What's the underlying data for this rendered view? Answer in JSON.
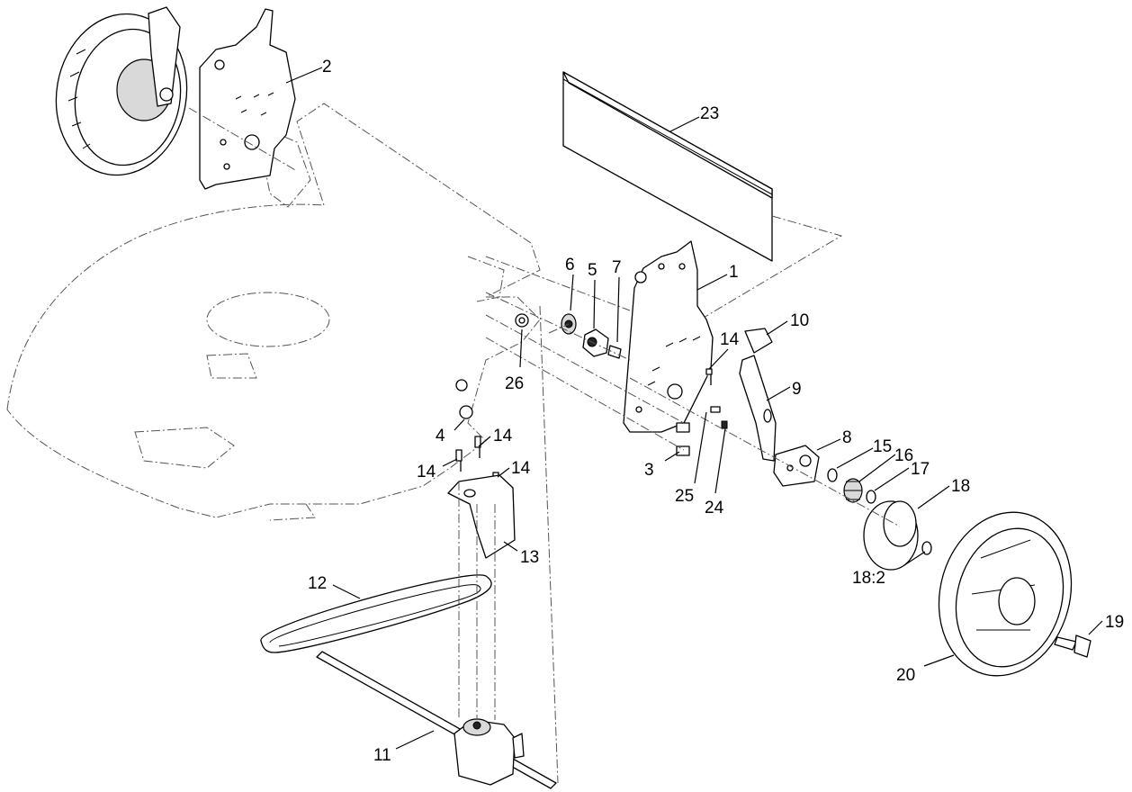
{
  "diagram": {
    "callouts": [
      {
        "id": "c1",
        "text": "1"
      },
      {
        "id": "c2",
        "text": "2"
      },
      {
        "id": "c3",
        "text": "3"
      },
      {
        "id": "c4",
        "text": "4"
      },
      {
        "id": "c5",
        "text": "5"
      },
      {
        "id": "c6",
        "text": "6"
      },
      {
        "id": "c7",
        "text": "7"
      },
      {
        "id": "c8",
        "text": "8"
      },
      {
        "id": "c9",
        "text": "9"
      },
      {
        "id": "c10",
        "text": "10"
      },
      {
        "id": "c11",
        "text": "11"
      },
      {
        "id": "c12",
        "text": "12"
      },
      {
        "id": "c13",
        "text": "13"
      },
      {
        "id": "c14a",
        "text": "14"
      },
      {
        "id": "c14b",
        "text": "14"
      },
      {
        "id": "c14c",
        "text": "14"
      },
      {
        "id": "c14d",
        "text": "14"
      },
      {
        "id": "c15",
        "text": "15"
      },
      {
        "id": "c16",
        "text": "16"
      },
      {
        "id": "c17",
        "text": "17"
      },
      {
        "id": "c18",
        "text": "18"
      },
      {
        "id": "c18b",
        "text": "18:2"
      },
      {
        "id": "c19",
        "text": "19"
      },
      {
        "id": "c20",
        "text": "20"
      },
      {
        "id": "c23",
        "text": "23"
      },
      {
        "id": "c24",
        "text": "24"
      },
      {
        "id": "c25",
        "text": "25"
      },
      {
        "id": "c26",
        "text": "26"
      }
    ]
  }
}
